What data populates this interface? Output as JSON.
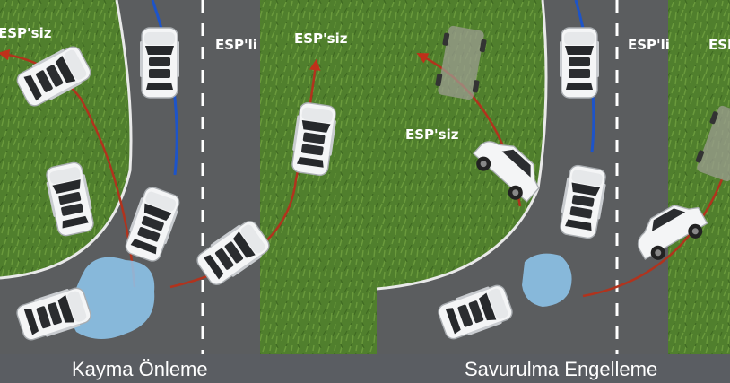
{
  "panels": [
    {
      "caption": "Kayma Önleme",
      "labels": [
        "ESP'siz",
        "ESP'li",
        "ESP'siz"
      ]
    },
    {
      "caption": "Savurulma Engelleme",
      "labels": [
        "ESP'siz",
        "ESP'li",
        "ESP'siz"
      ]
    }
  ],
  "colors": {
    "grass": "#4f7d2c",
    "road": "#5c5e60",
    "caption_bar": "#5a5d62",
    "esp_path": "#1d54c9",
    "no_esp_path": "#a8321e",
    "water": "#8fc8f0"
  }
}
